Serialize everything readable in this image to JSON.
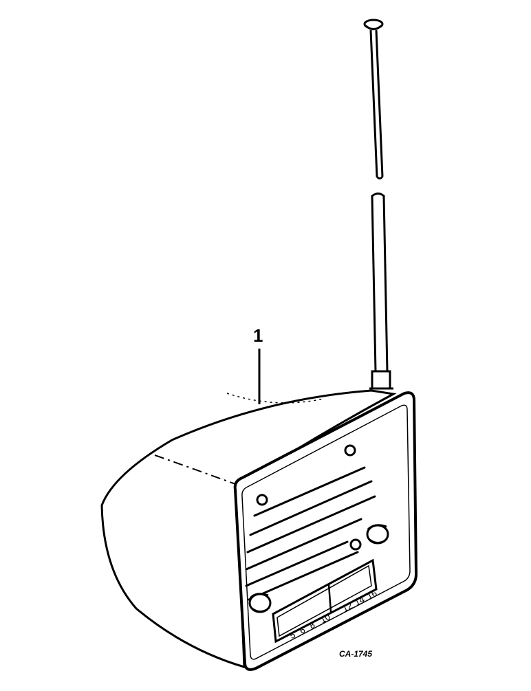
{
  "diagram": {
    "callout": "1",
    "figure_code": "CA-1745",
    "dial_left": [
      "5",
      "6",
      "8",
      "10"
    ],
    "dial_right": [
      "12",
      "14",
      "16"
    ]
  },
  "colors": {
    "ink": "#000000",
    "paper": "#ffffff"
  }
}
